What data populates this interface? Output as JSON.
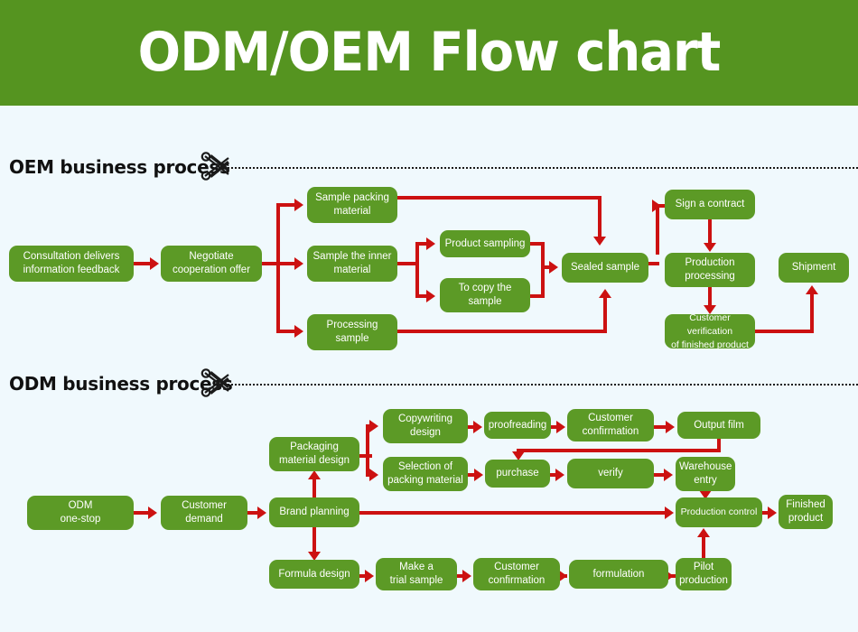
{
  "header": {
    "title": "ODM/OEM Flow chart",
    "background_color": "#559420",
    "text_color": "#ffffff"
  },
  "theme": {
    "page_background": "#f0f9fd",
    "box_fill": "#5c9a26",
    "box_text": "#ffffff",
    "connector_color": "#cc1111",
    "section_title_color": "#111111"
  },
  "sections": [
    {
      "title": "OEM business process",
      "scissors_icon": "scissors-icon",
      "divider": "dotted-cut-line",
      "nodes": [
        {
          "id": "oem-consultation",
          "label": "Consultation delivers\ninformation feedback",
          "line1": "Consultation delivers",
          "line2": "information feedback"
        },
        {
          "id": "oem-negotiate",
          "label": "Negotiate\ncooperation offer",
          "line1": "Negotiate",
          "line2": "cooperation offer"
        },
        {
          "id": "oem-sample-packing",
          "label": "Sample packing\nmaterial",
          "line1": "Sample packing",
          "line2": "material"
        },
        {
          "id": "oem-sample-inner",
          "label": "Sample the inner\nmaterial",
          "line1": "Sample the inner",
          "line2": "material"
        },
        {
          "id": "oem-processing-sample",
          "label": "Processing\nsample",
          "line1": "Processing",
          "line2": "sample"
        },
        {
          "id": "oem-product-sampling",
          "label": "Product sampling",
          "line1": "Product sampling",
          "line2": ""
        },
        {
          "id": "oem-copy-sample",
          "label": "To copy the\nsample",
          "line1": "To copy the",
          "line2": "sample"
        },
        {
          "id": "oem-sealed-sample",
          "label": "Sealed sample",
          "line1": "Sealed sample",
          "line2": ""
        },
        {
          "id": "oem-sign-contract",
          "label": "Sign a contract",
          "line1": "Sign a contract",
          "line2": ""
        },
        {
          "id": "oem-production-processing",
          "label": "Production\nprocessing",
          "line1": "Production",
          "line2": "processing"
        },
        {
          "id": "oem-customer-verification",
          "label": "Customer verification\nof finished product",
          "line1": "Customer verification",
          "line2": "of finished product"
        },
        {
          "id": "oem-shipment",
          "label": "Shipment",
          "line1": "Shipment",
          "line2": ""
        }
      ]
    },
    {
      "title": "ODM business process",
      "scissors_icon": "scissors-icon",
      "divider": "dotted-cut-line",
      "nodes": [
        {
          "id": "odm-one-stop",
          "label": "ODM\none-stop",
          "line1": "ODM",
          "line2": "one-stop"
        },
        {
          "id": "odm-customer-demand",
          "label": "Customer\ndemand",
          "line1": "Customer",
          "line2": "demand"
        },
        {
          "id": "odm-brand-planning",
          "label": "Brand planning",
          "line1": "Brand planning",
          "line2": ""
        },
        {
          "id": "odm-packaging-design",
          "label": "Packaging\nmaterial design",
          "line1": "Packaging",
          "line2": "material design"
        },
        {
          "id": "odm-copywriting",
          "label": "Copywriting\ndesign",
          "line1": "Copywriting",
          "line2": "design"
        },
        {
          "id": "odm-proofreading",
          "label": "proofreading",
          "line1": "proofreading",
          "line2": ""
        },
        {
          "id": "odm-customer-conf-top",
          "label": "Customer\nconfirmation",
          "line1": "Customer",
          "line2": "confirmation"
        },
        {
          "id": "odm-output-film",
          "label": "Output film",
          "line1": "Output film",
          "line2": ""
        },
        {
          "id": "odm-selection-packing",
          "label": "Selection of\npacking material",
          "line1": "Selection of",
          "line2": "packing material"
        },
        {
          "id": "odm-purchase",
          "label": "purchase",
          "line1": "purchase",
          "line2": ""
        },
        {
          "id": "odm-verify",
          "label": "verify",
          "line1": "verify",
          "line2": ""
        },
        {
          "id": "odm-warehouse-entry",
          "label": "Warehouse\nentry",
          "line1": "Warehouse",
          "line2": "entry"
        },
        {
          "id": "odm-production-control",
          "label": "Production control",
          "line1": "Production control",
          "line2": ""
        },
        {
          "id": "odm-finished-product",
          "label": "Finished\nproduct",
          "line1": "Finished",
          "line2": "product"
        },
        {
          "id": "odm-formula-design",
          "label": "Formula design",
          "line1": "Formula design",
          "line2": ""
        },
        {
          "id": "odm-trial-sample",
          "label": "Make a\ntrial sample",
          "line1": "Make a",
          "line2": "trial sample"
        },
        {
          "id": "odm-customer-conf-bot",
          "label": "Customer\nconfirmation",
          "line1": "Customer",
          "line2": "confirmation"
        },
        {
          "id": "odm-formulation",
          "label": "formulation",
          "line1": "formulation",
          "line2": ""
        },
        {
          "id": "odm-pilot-production",
          "label": "Pilot\nproduction",
          "line1": "Pilot",
          "line2": "production"
        }
      ]
    }
  ]
}
